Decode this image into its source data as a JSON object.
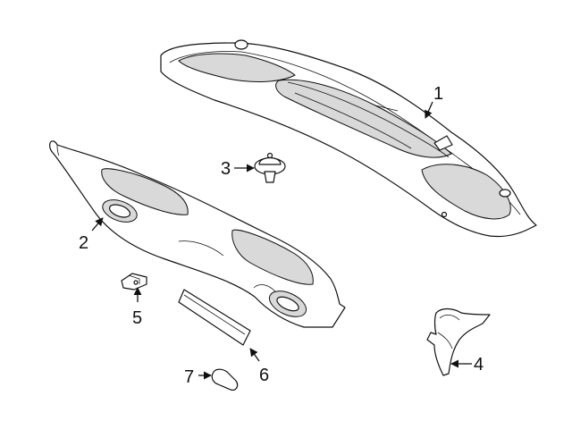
{
  "callouts": {
    "c1": "1",
    "c2": "2",
    "c3": "3",
    "c4": "4",
    "c5": "5",
    "c6": "6",
    "c7": "7"
  },
  "colors": {
    "line": "#111111",
    "shade": "#d9d9d9",
    "background": "#ffffff"
  }
}
